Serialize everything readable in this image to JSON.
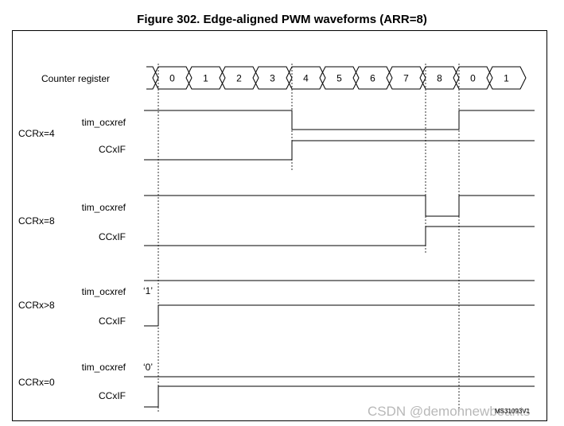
{
  "title": "Figure 302. Edge-aligned PWM waveforms (ARR=8)",
  "counter_label": "Counter register",
  "counter_values": [
    "0",
    "1",
    "2",
    "3",
    "4",
    "5",
    "6",
    "7",
    "8",
    "0",
    "1"
  ],
  "groups": [
    {
      "label": "CCRx=4",
      "ocx_label": "tim_ocxref",
      "ccxif_label": "CCxIF",
      "marker": ""
    },
    {
      "label": "CCRx=8",
      "ocx_label": "tim_ocxref",
      "ccxif_label": "CCxIF",
      "marker": ""
    },
    {
      "label": "CCRx>8",
      "ocx_label": "tim_ocxref",
      "ccxif_label": "CCxIF",
      "marker": "‘1’"
    },
    {
      "label": "CCRx=0",
      "ocx_label": "tim_ocxref",
      "ccxif_label": "CCxIF",
      "marker": "‘0’"
    }
  ],
  "ref_code": "MS31093V1",
  "watermark": "CSDN @demonnewbeants"
}
